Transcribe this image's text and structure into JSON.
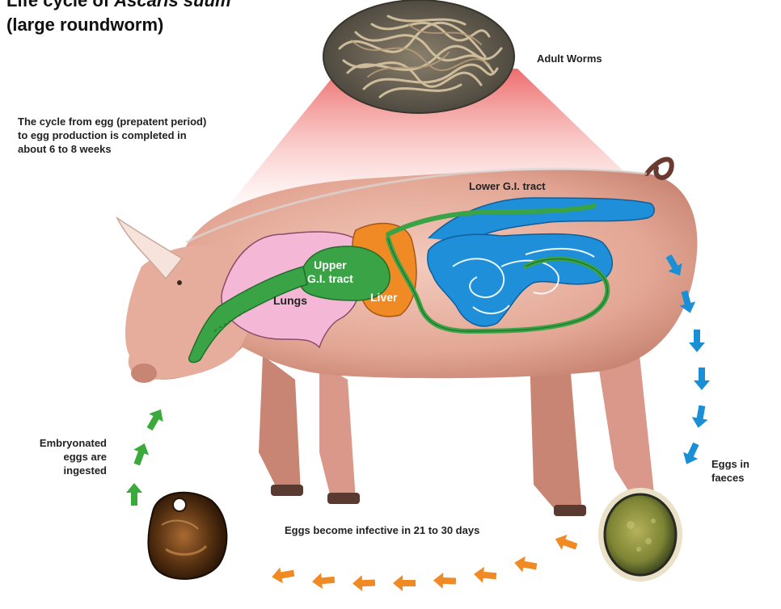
{
  "title": {
    "line1_prefix": "Life cycle of",
    "line1_species": "Ascaris suum",
    "line2": "(large roundworm)"
  },
  "annotations": {
    "adult_worms": "Adult Worms",
    "cycle_line1": "The cycle from egg (prepatent period)",
    "cycle_line2": "to egg production is completed in",
    "cycle_line3": "about 6 to 8 weeks",
    "lower_gi": "Lower G.I. tract",
    "eggs_in_faeces_line1": "Eggs in",
    "eggs_in_faeces_line2": "faeces",
    "infective": "Eggs become infective in 21 to 30 days",
    "embryonated_line1": "Embryonated",
    "embryonated_line2": "eggs are",
    "embryonated_line3": "ingested"
  },
  "organs": {
    "upper_gi_line1": "Upper",
    "upper_gi_line2": "G.I. tract",
    "liver": "Liver",
    "lungs": "Lungs"
  },
  "colors": {
    "blue_arrows": "#1a8fd6",
    "orange_arrows": "#f08a24",
    "green_arrows": "#3aaa3a",
    "lungs": "#f4b8d6",
    "liver": "#f08a24",
    "upper_gi": "#3aa346",
    "lower_gi": "#1e8fd8",
    "pig": "#e9b7a7"
  }
}
